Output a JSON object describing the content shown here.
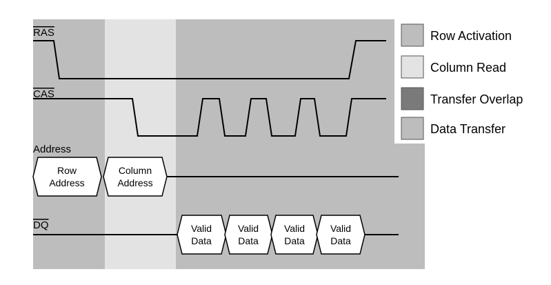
{
  "signals": {
    "ras": "RAS",
    "cas": "CAS",
    "address": "Address",
    "dq": "DQ"
  },
  "address_bus": [
    {
      "lines": [
        "Row",
        "Address"
      ]
    },
    {
      "lines": [
        "Column",
        "Address"
      ]
    }
  ],
  "dq_bus": [
    {
      "lines": [
        "Valid",
        "Data"
      ]
    },
    {
      "lines": [
        "Valid",
        "Data"
      ]
    },
    {
      "lines": [
        "Valid",
        "Data"
      ]
    },
    {
      "lines": [
        "Valid",
        "Data"
      ]
    }
  ],
  "legend": [
    {
      "label": "Row Activation",
      "color": "#bdbdbd"
    },
    {
      "label": "Column Read",
      "color": "#e3e3e3"
    },
    {
      "label": "Transfer Overlap",
      "color": "#7a7a7a"
    },
    {
      "label": "Data Transfer",
      "color": "#bdbdbd"
    }
  ],
  "phases": {
    "row_activation": "#bdbdbd",
    "column_read": "#e3e3e3",
    "data_transfer": "#bdbdbd"
  }
}
